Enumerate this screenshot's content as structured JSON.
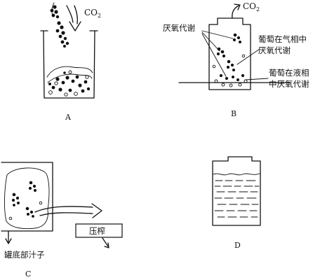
{
  "panels": {
    "a": {
      "letter": "A",
      "gas": "CO",
      "gas_sub": "2"
    },
    "b": {
      "letter": "B",
      "gas": "CO",
      "gas_sub": "2",
      "label_left": "厌氧代谢",
      "label_gas_line1": "葡萄在气相中",
      "label_gas_line2": "厌氧代谢",
      "label_liquid_line1": "葡萄在液相",
      "label_liquid_line2": "中厌氧代谢"
    },
    "c": {
      "letter": "C",
      "label_bottom": "罐底部汁子",
      "press_label": "压榨"
    },
    "d": {
      "letter": "D"
    }
  }
}
